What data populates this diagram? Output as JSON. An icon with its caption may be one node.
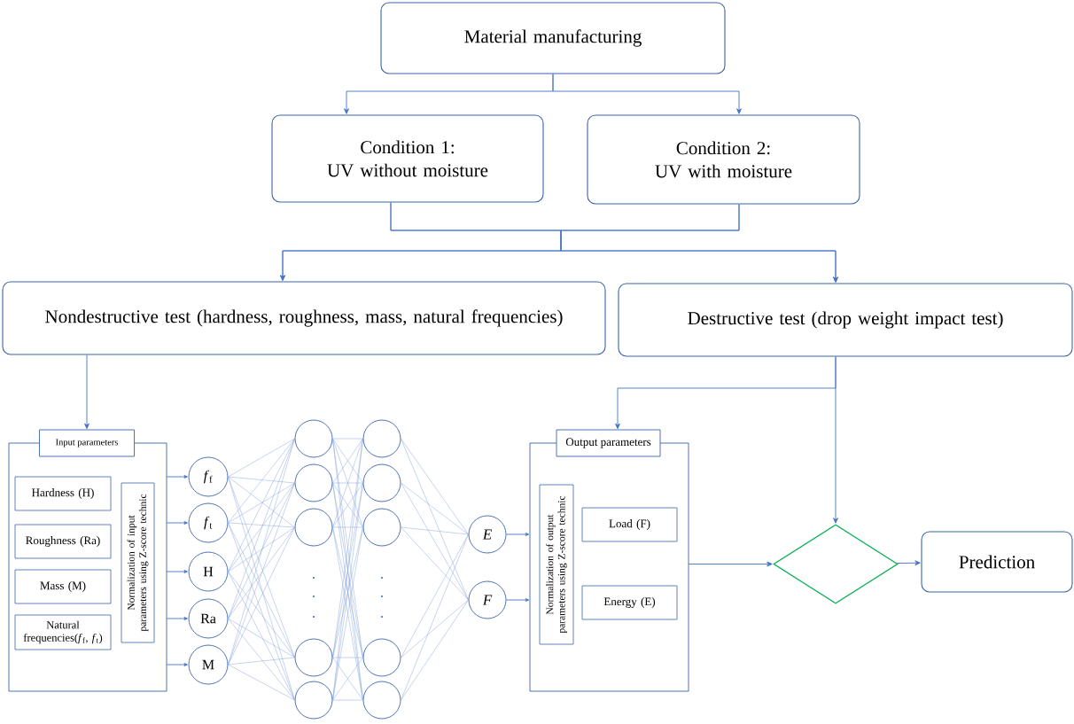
{
  "diagram": {
    "nodes": [
      {
        "text": [
          "Material manufacturing"
        ]
      },
      {
        "text": [
          "Condition 1:",
          "UV without moisture"
        ]
      },
      {
        "text": [
          "Condition 2:",
          "UV with moisture"
        ]
      },
      {
        "text": [
          "Nondestructive test (hardness, roughness, mass, natural frequencies)"
        ]
      },
      {
        "text": [
          "Destructive test (drop weight impact test)"
        ]
      },
      {
        "text": [
          "Input parameters"
        ]
      },
      {
        "text": [
          "Hardness (H)"
        ],
        "in": 5
      },
      {
        "text": [
          "Roughness (Ra)"
        ],
        "in": 5
      },
      {
        "text": [
          "Mass (M)"
        ],
        "in": 5
      },
      {
        "text": [
          "Natural frequencies(*f*$_{f}$, *f*$_{t}$)"
        ],
        "in": 5
      },
      {
        "text": [
          "Normalization of input parameters using Z-score technic"
        ],
        "in": 5
      },
      {
        "text": [
          "*f*$_{f}$"
        ]
      },
      {
        "text": [
          "*f*$_{t}$"
        ]
      },
      {
        "text": [
          "H"
        ]
      },
      {
        "text": [
          "Ra"
        ]
      },
      {
        "text": [
          "M"
        ]
      },
      {
        "text": [],
        "shape": "circle"
      },
      {
        "text": [],
        "shape": "circle"
      },
      {
        "text": [],
        "shape": "circle"
      },
      {
        "text": [],
        "shape": "circle"
      },
      {
        "text": [],
        "shape": "circle"
      },
      {
        "text": [],
        "shape": "circle"
      },
      {
        "text": [],
        "shape": "circle"
      },
      {
        "text": [],
        "shape": "circle"
      },
      {
        "text": [],
        "shape": "circle"
      },
      {
        "text": [],
        "shape": "circle"
      },
      {
        "text": [
          "E"
        ]
      },
      {
        "text": [
          "F"
        ]
      },
      {
        "text": [
          "Output parameters"
        ]
      },
      {
        "text": [
          "Normalization of output parameters using Z-score technic"
        ],
        "in": 28
      },
      {
        "text": [
          "Load (F)"
        ],
        "in": 28
      },
      {
        "text": [
          "Energy (E)"
        ],
        "in": 28
      },
      {
        "text": [],
        "shape": "diamond"
      },
      {
        "text": [
          "Prediction"
        ]
      }
    ],
    "edges": [
      {
        "from": 0,
        "to": 1,
        "arrow": "to"
      },
      {
        "from": 0,
        "to": 2,
        "arrow": "to"
      },
      {
        "from": 1,
        "to": 3,
        "arrow": "to"
      },
      {
        "from": 1,
        "to": 4,
        "arrow": "to"
      },
      {
        "from": 2,
        "to": 3,
        "arrow": "to"
      },
      {
        "from": 2,
        "to": 4,
        "arrow": "to"
      },
      {
        "from": 3,
        "to": 5,
        "arrow": "to"
      },
      {
        "from": 4,
        "to": 28,
        "arrow": "to"
      },
      {
        "from": 4,
        "to": 32,
        "arrow": "to"
      },
      {
        "from": 5,
        "to": 11,
        "arrow": "to"
      },
      {
        "from": 5,
        "to": 12,
        "arrow": "to"
      },
      {
        "from": 5,
        "to": 13,
        "arrow": "to"
      },
      {
        "from": 5,
        "to": 14,
        "arrow": "to"
      },
      {
        "from": 5,
        "to": 15,
        "arrow": "to"
      },
      {
        "from": 11,
        "to": 16,
        "arrow": "none"
      },
      {
        "from": 11,
        "to": 17,
        "arrow": "none"
      },
      {
        "from": 11,
        "to": 18,
        "arrow": "none"
      },
      {
        "from": 11,
        "to": 19,
        "arrow": "none"
      },
      {
        "from": 11,
        "to": 20,
        "arrow": "none"
      },
      {
        "from": 12,
        "to": 16,
        "arrow": "none"
      },
      {
        "from": 12,
        "to": 17,
        "arrow": "none"
      },
      {
        "from": 12,
        "to": 18,
        "arrow": "none"
      },
      {
        "from": 12,
        "to": 19,
        "arrow": "none"
      },
      {
        "from": 12,
        "to": 20,
        "arrow": "none"
      },
      {
        "from": 13,
        "to": 16,
        "arrow": "none"
      },
      {
        "from": 13,
        "to": 17,
        "arrow": "none"
      },
      {
        "from": 13,
        "to": 18,
        "arrow": "none"
      },
      {
        "from": 13,
        "to": 19,
        "arrow": "none"
      },
      {
        "from": 13,
        "to": 20,
        "arrow": "none"
      },
      {
        "from": 14,
        "to": 16,
        "arrow": "none"
      },
      {
        "from": 14,
        "to": 17,
        "arrow": "none"
      },
      {
        "from": 14,
        "to": 18,
        "arrow": "none"
      },
      {
        "from": 14,
        "to": 19,
        "arrow": "none"
      },
      {
        "from": 14,
        "to": 20,
        "arrow": "none"
      },
      {
        "from": 15,
        "to": 16,
        "arrow": "none"
      },
      {
        "from": 15,
        "to": 17,
        "arrow": "none"
      },
      {
        "from": 15,
        "to": 18,
        "arrow": "none"
      },
      {
        "from": 15,
        "to": 19,
        "arrow": "none"
      },
      {
        "from": 15,
        "to": 20,
        "arrow": "none"
      },
      {
        "from": 16,
        "to": 21,
        "arrow": "none"
      },
      {
        "from": 16,
        "to": 22,
        "arrow": "none"
      },
      {
        "from": 16,
        "to": 23,
        "arrow": "none"
      },
      {
        "from": 16,
        "to": 24,
        "arrow": "none"
      },
      {
        "from": 16,
        "to": 25,
        "arrow": "none"
      },
      {
        "from": 17,
        "to": 21,
        "arrow": "none"
      },
      {
        "from": 17,
        "to": 22,
        "arrow": "none"
      },
      {
        "from": 17,
        "to": 23,
        "arrow": "none"
      },
      {
        "from": 17,
        "to": 24,
        "arrow": "none"
      },
      {
        "from": 17,
        "to": 25,
        "arrow": "none"
      },
      {
        "from": 18,
        "to": 21,
        "arrow": "none"
      },
      {
        "from": 18,
        "to": 22,
        "arrow": "none"
      },
      {
        "from": 18,
        "to": 23,
        "arrow": "none"
      },
      {
        "from": 18,
        "to": 24,
        "arrow": "none"
      },
      {
        "from": 18,
        "to": 25,
        "arrow": "none"
      },
      {
        "from": 19,
        "to": 21,
        "arrow": "none"
      },
      {
        "from": 19,
        "to": 22,
        "arrow": "none"
      },
      {
        "from": 19,
        "to": 23,
        "arrow": "none"
      },
      {
        "from": 19,
        "to": 24,
        "arrow": "none"
      },
      {
        "from": 19,
        "to": 25,
        "arrow": "none"
      },
      {
        "from": 20,
        "to": 21,
        "arrow": "none"
      },
      {
        "from": 20,
        "to": 22,
        "arrow": "none"
      },
      {
        "from": 20,
        "to": 23,
        "arrow": "none"
      },
      {
        "from": 20,
        "to": 24,
        "arrow": "none"
      },
      {
        "from": 20,
        "to": 25,
        "arrow": "none"
      },
      {
        "from": 21,
        "to": 26,
        "arrow": "none"
      },
      {
        "from": 21,
        "to": 27,
        "arrow": "none"
      },
      {
        "from": 22,
        "to": 26,
        "arrow": "none"
      },
      {
        "from": 22,
        "to": 27,
        "arrow": "none"
      },
      {
        "from": 23,
        "to": 26,
        "arrow": "none"
      },
      {
        "from": 23,
        "to": 27,
        "arrow": "none"
      },
      {
        "from": 24,
        "to": 26,
        "arrow": "none"
      },
      {
        "from": 24,
        "to": 27,
        "arrow": "none"
      },
      {
        "from": 25,
        "to": 26,
        "arrow": "none"
      },
      {
        "from": 25,
        "to": 27,
        "arrow": "none"
      },
      {
        "from": 26,
        "to": 28,
        "arrow": "to"
      },
      {
        "from": 27,
        "to": 28,
        "arrow": "to"
      },
      {
        "from": 28,
        "to": 32,
        "arrow": "to"
      },
      {
        "from": 32,
        "to": 33,
        "arrow": "to"
      }
    ]
  }
}
